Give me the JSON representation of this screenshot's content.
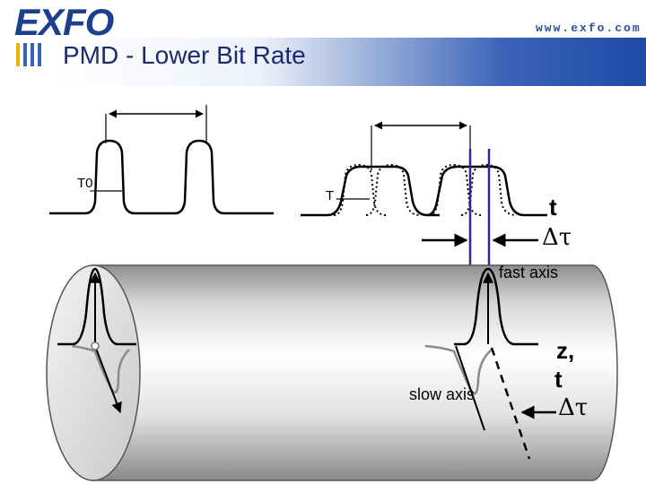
{
  "header": {
    "logo": "EXFO",
    "url": "www.exfo.com",
    "title": "PMD - Lower Bit Rate"
  },
  "diagram": {
    "label_t0": "T0",
    "label_t": "T",
    "label_t_right": "t",
    "label_delta_tau_top": "Δτ",
    "label_fast_axis": "fast axis",
    "label_slow_axis": "slow axis",
    "label_z": "z,",
    "label_t_bottom": "t",
    "label_delta_tau_bottom": "Δτ"
  },
  "colors": {
    "brand": "#1d3f8f",
    "marker_line": "#2a2a8c",
    "accent_bars": [
      "#f0b400",
      "#3b63b8",
      "#3b63b8",
      "#3b63b8"
    ]
  }
}
